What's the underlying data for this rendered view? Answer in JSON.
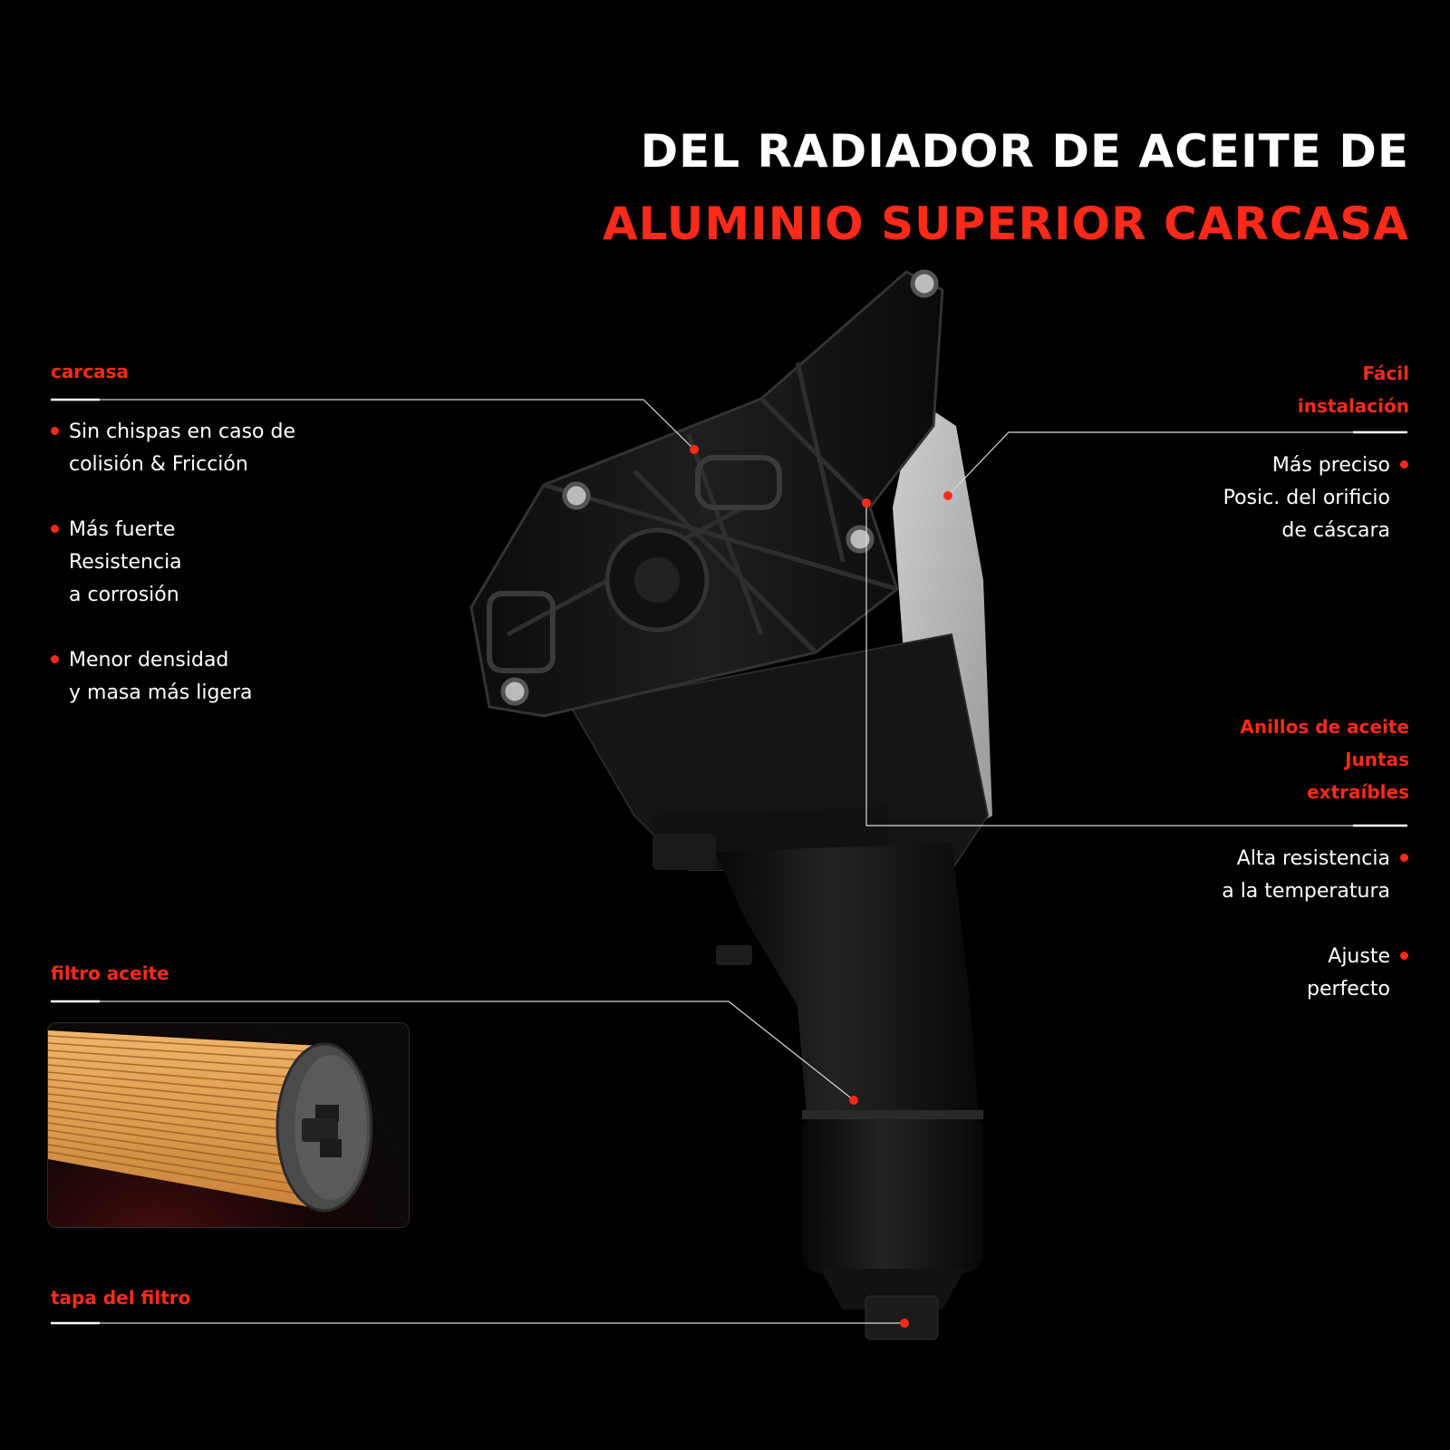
{
  "title": {
    "line1": "DEL RADIADOR DE ACEITE DE",
    "line2": "ALUMINIO SUPERIOR CARCASA"
  },
  "colors": {
    "accent": "#ff2a1a",
    "background": "#000000",
    "text": "#ffffff"
  },
  "sections": {
    "carcasa": {
      "title": "carcasa",
      "features": [
        {
          "lines": [
            "Sin chispas en caso de",
            "colisión & Fricción"
          ]
        },
        {
          "lines": [
            "Más fuerte",
            "Resistencia",
            "a corrosión"
          ]
        },
        {
          "lines": [
            "Menor densidad",
            "y masa más ligera"
          ]
        }
      ]
    },
    "facil": {
      "title_lines": [
        "Fácil",
        "instalación"
      ],
      "features": [
        {
          "lines": [
            "Más preciso",
            "Posic. del orificio",
            "de cáscara"
          ]
        }
      ]
    },
    "anillos": {
      "title_lines": [
        "Anillos de aceite",
        "Juntas",
        "extraíbles"
      ],
      "features": [
        {
          "lines": [
            "Alta resistencia",
            "a la temperatura"
          ]
        },
        {
          "lines": [
            "Ajuste",
            "perfecto"
          ]
        }
      ]
    },
    "filtro": {
      "title": "filtro aceite"
    },
    "tapa": {
      "title": "tapa del filtro"
    }
  }
}
